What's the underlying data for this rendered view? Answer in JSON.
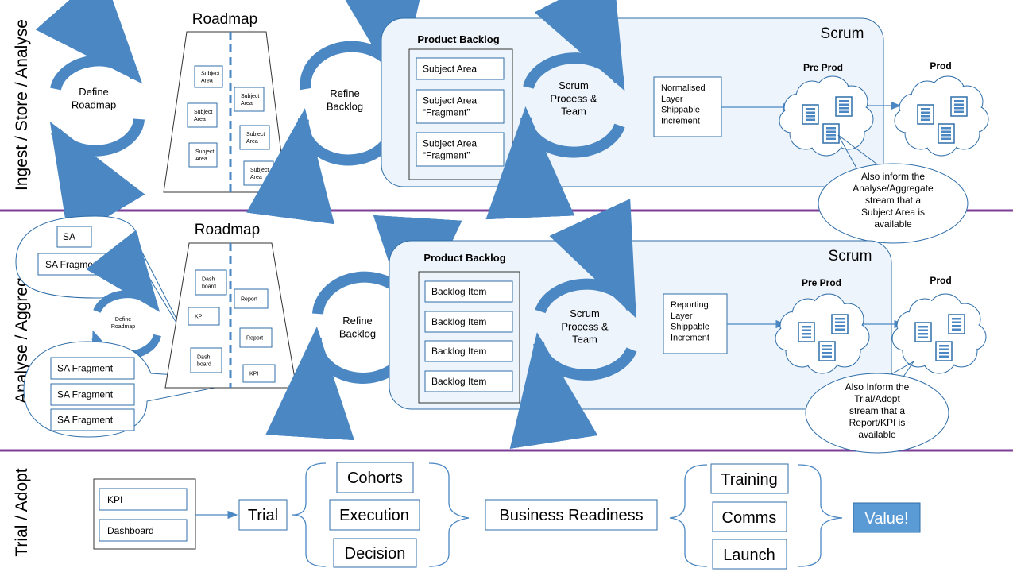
{
  "lanes": {
    "ingest_label": "Ingest / Store / Analyse",
    "analyse_label": "Analyse / Aggregate",
    "trial_label": "Trial / Adopt"
  },
  "ingest": {
    "roadmap_title": "Roadmap",
    "define_roadmap": "Define\nRoadmap",
    "subject_area": "Subject\nArea",
    "refine_backlog": "Refine\nBacklog",
    "scrum_title": "Scrum",
    "product_backlog": "Product Backlog",
    "backlog_items": [
      "Subject Area",
      "Subject Area\n“Fragment”",
      "Subject Area\n“Fragment”"
    ],
    "scrum_process": "Scrum\nProcess &\nTeam",
    "output": "Normalised\nLayer\nShippable\nIncrement",
    "pre_prod": "Pre Prod",
    "prod": "Prod",
    "callout": "Also inform the\nAnalyse/Aggregate\nstream that a\nSubject Area is\navailable"
  },
  "analyse": {
    "roadmap_title": "Roadmap",
    "define_roadmap": "Define\nRoadmap",
    "sa": "SA",
    "sa_fragment": "SA Fragment",
    "dashboard": "Dash\nboard",
    "kpi": "KPI",
    "report": "Report",
    "refine_backlog": "Refine\nBacklog",
    "scrum_title": "Scrum",
    "product_backlog": "Product Backlog",
    "backlog_item": "Backlog Item",
    "scrum_process": "Scrum\nProcess &\nTeam",
    "output": "Reporting\nLayer\nShippable\nIncrement",
    "pre_prod": "Pre Prod",
    "prod": "Prod",
    "callout": "Also Inform the\nTrial/Adopt\nstream that a\nReport/KPI is\navailable"
  },
  "trial": {
    "kpi": "KPI",
    "dashboard": "Dashboard",
    "trial": "Trial",
    "cohorts": "Cohorts",
    "execution": "Execution",
    "decision": "Decision",
    "business_readiness": "Business Readiness",
    "training": "Training",
    "comms": "Comms",
    "launch": "Launch",
    "value": "Value!"
  },
  "colors": {
    "arrow_blue": "#4a87c3",
    "border_blue": "#2f6ea8",
    "panel_fill": "#eef4fb",
    "divider_purple": "#7b3f98",
    "value_fill": "#5b9bd5"
  }
}
